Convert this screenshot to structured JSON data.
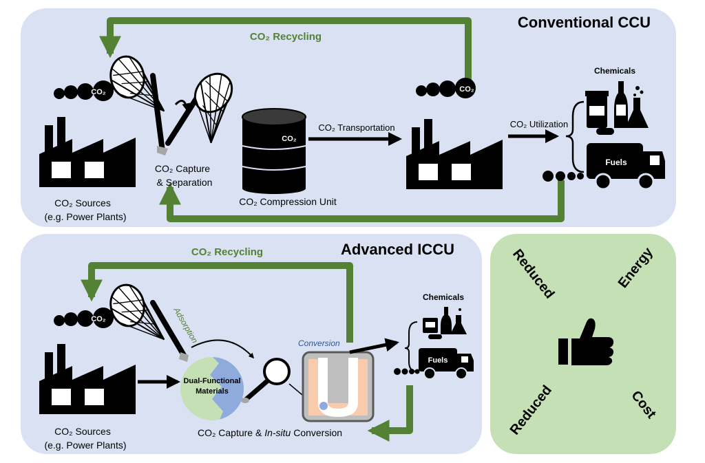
{
  "conventional": {
    "title": "Conventional CCU",
    "recycling": "CO₂ Recycling",
    "capture_line1": "CO₂ Capture",
    "capture_line2": "& Separation",
    "compression": "CO₂ Compression Unit",
    "transportation": "CO₂ Transportation",
    "utilization": "CO₂ Utilization",
    "sources_line1": "CO₂ Sources",
    "sources_line2": "(e.g. Power Plants)",
    "chemicals": "Chemicals",
    "fuels": "Fuels",
    "co2_tag": "CO₂"
  },
  "advanced": {
    "title": "Advanced ICCU",
    "recycling": "CO₂ Recycling",
    "adsorption": "Adsorption",
    "conversion_label": "Conversion",
    "dfm_line1": "Dual-Functional",
    "dfm_line2": "Materials",
    "capture_prefix": "CO₂ Capture & ",
    "capture_insitu": "In-situ",
    "capture_suffix": " Conversion",
    "sources_line1": "CO₂ Sources",
    "sources_line2": "(e.g. Power Plants)",
    "chemicals": "Chemicals",
    "fuels": "Fuels",
    "co2_tag": "CO₂"
  },
  "benefits": {
    "word1": "Reduced",
    "word2": "Energy",
    "word3": "Reduced",
    "word4": "Cost",
    "icon": "thumbs-up-icon"
  },
  "colors": {
    "panel_blue": "#d9e1f2",
    "panel_green": "#c5e0b4",
    "arrow_green": "#548235",
    "text_green": "#548235",
    "conversion_blue": "#2f5597",
    "reactor_orange": "#f8cbad",
    "dfm_green": "#c5e0b4",
    "dfm_blue": "#8faadc"
  }
}
